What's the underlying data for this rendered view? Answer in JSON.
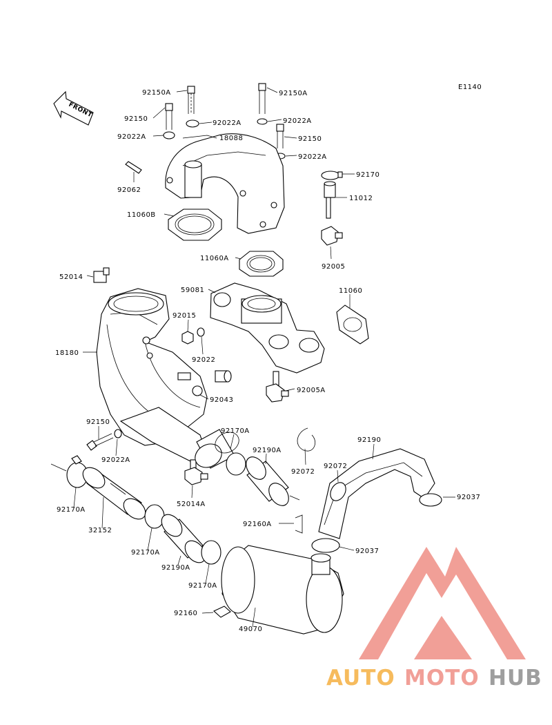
{
  "diagram": {
    "code": "E1140",
    "front_label": "FRONT"
  },
  "callouts": [
    {
      "id": "c1",
      "text": "92150A"
    },
    {
      "id": "c2",
      "text": "92150A"
    },
    {
      "id": "c3",
      "text": "92150"
    },
    {
      "id": "c4",
      "text": "92022A"
    },
    {
      "id": "c5",
      "text": "92022A"
    },
    {
      "id": "c6",
      "text": "92022A"
    },
    {
      "id": "c7",
      "text": "18088"
    },
    {
      "id": "c8",
      "text": "92150"
    },
    {
      "id": "c9",
      "text": "92022A"
    },
    {
      "id": "c10",
      "text": "92062"
    },
    {
      "id": "c11",
      "text": "92170"
    },
    {
      "id": "c12",
      "text": "11012"
    },
    {
      "id": "c13",
      "text": "11060B"
    },
    {
      "id": "c14",
      "text": "92005"
    },
    {
      "id": "c15",
      "text": "11060A"
    },
    {
      "id": "c16",
      "text": "52014"
    },
    {
      "id": "c17",
      "text": "59081"
    },
    {
      "id": "c18",
      "text": "11060"
    },
    {
      "id": "c19",
      "text": "92015"
    },
    {
      "id": "c20",
      "text": "92022"
    },
    {
      "id": "c21",
      "text": "18180"
    },
    {
      "id": "c22",
      "text": "92005A"
    },
    {
      "id": "c23",
      "text": "92043"
    },
    {
      "id": "c24",
      "text": "92150"
    },
    {
      "id": "c25",
      "text": "92170A"
    },
    {
      "id": "c26",
      "text": "92190"
    },
    {
      "id": "c27",
      "text": "92022A"
    },
    {
      "id": "c28",
      "text": "92190A"
    },
    {
      "id": "c29",
      "text": "92072"
    },
    {
      "id": "c30",
      "text": "92072"
    },
    {
      "id": "c31",
      "text": "92037"
    },
    {
      "id": "c32",
      "text": "92170A"
    },
    {
      "id": "c33",
      "text": "52014A"
    },
    {
      "id": "c34",
      "text": "32152"
    },
    {
      "id": "c35",
      "text": "92160A"
    },
    {
      "id": "c36",
      "text": "92170A"
    },
    {
      "id": "c37",
      "text": "92037"
    },
    {
      "id": "c38",
      "text": "92190A"
    },
    {
      "id": "c39",
      "text": "92170A"
    },
    {
      "id": "c40",
      "text": "92160"
    },
    {
      "id": "c41",
      "text": "49070"
    }
  ],
  "watermark": {
    "part1": "AUTO",
    "part2": "MOTO",
    "part3": "HUB",
    "color1": "#f5b041",
    "color2": "#ef8f86",
    "color3": "#8e8e8e"
  }
}
